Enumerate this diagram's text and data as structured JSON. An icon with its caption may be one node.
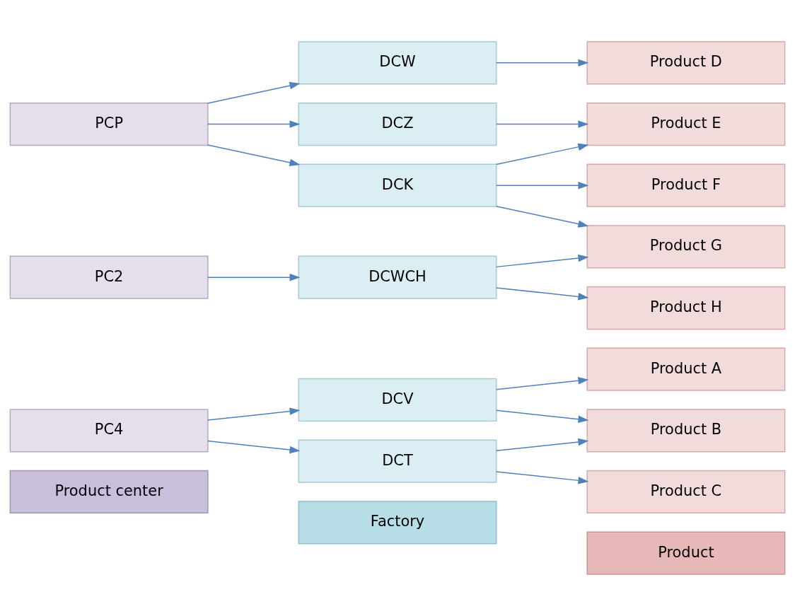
{
  "diagram": {
    "nodes": [
      {
        "text": [
          "Product center"
        ]
      },
      {
        "text": [
          "Factory"
        ]
      },
      {
        "text": [
          "Product"
        ]
      },
      {
        "text": [
          "PC4"
        ]
      },
      {
        "text": [
          "PCP"
        ]
      },
      {
        "text": [
          "PC2"
        ]
      },
      {
        "text": [
          "DCV"
        ]
      },
      {
        "text": [
          "DCT"
        ]
      },
      {
        "text": [
          "DCW"
        ]
      },
      {
        "text": [
          "DCZ"
        ]
      },
      {
        "text": [
          "DCK"
        ]
      },
      {
        "text": [
          "DCWCH"
        ]
      },
      {
        "text": [
          "Product A"
        ]
      },
      {
        "text": [
          "Product B"
        ]
      },
      {
        "text": [
          "Product C"
        ]
      },
      {
        "text": [
          "Product D"
        ]
      },
      {
        "text": [
          "Product E"
        ]
      },
      {
        "text": [
          "Product F"
        ]
      },
      {
        "text": [
          "Product G"
        ]
      },
      {
        "text": [
          "Product H"
        ]
      }
    ],
    "edges": [
      {
        "from": 3,
        "to": 6,
        "arrow": "to"
      },
      {
        "from": 3,
        "to": 7,
        "arrow": "to"
      },
      {
        "from": 4,
        "to": 8,
        "arrow": "to"
      },
      {
        "from": 4,
        "to": 9,
        "arrow": "to"
      },
      {
        "from": 4,
        "to": 10,
        "arrow": "to"
      },
      {
        "from": 5,
        "to": 11,
        "arrow": "to"
      },
      {
        "from": 6,
        "to": 12,
        "arrow": "to"
      },
      {
        "from": 6,
        "to": 13,
        "arrow": "to"
      },
      {
        "from": 7,
        "to": 13,
        "arrow": "to"
      },
      {
        "from": 7,
        "to": 14,
        "arrow": "to"
      },
      {
        "from": 8,
        "to": 15,
        "arrow": "to"
      },
      {
        "from": 9,
        "to": 16,
        "arrow": "to"
      },
      {
        "from": 10,
        "to": 16,
        "arrow": "to"
      },
      {
        "from": 10,
        "to": 17,
        "arrow": "to"
      },
      {
        "from": 10,
        "to": 18,
        "arrow": "to"
      },
      {
        "from": 11,
        "to": 18,
        "arrow": "to"
      },
      {
        "from": 11,
        "to": 19,
        "arrow": "to"
      }
    ]
  }
}
